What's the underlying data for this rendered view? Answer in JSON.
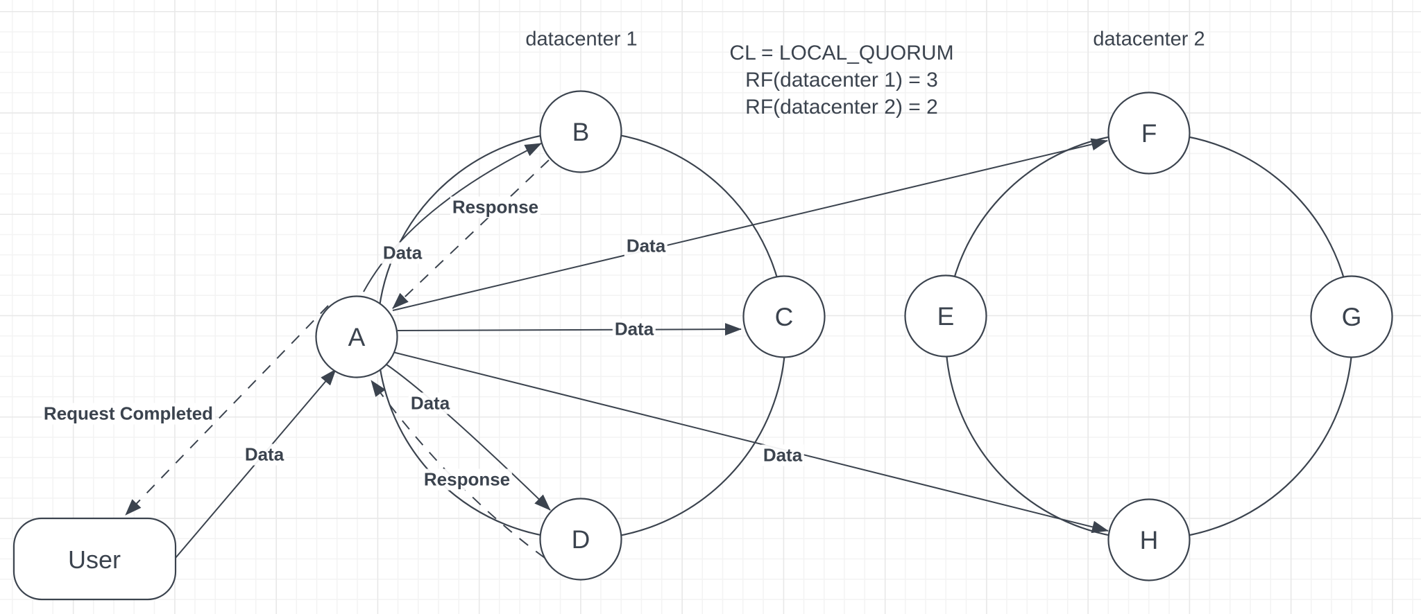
{
  "canvas": {
    "background_color": "#ffffff",
    "grid_minor_color": "#f3f3f3",
    "grid_major_color": "#e8e8e8",
    "stroke_color": "#3b434e"
  },
  "annotation": {
    "line1": "CL = LOCAL_QUORUM",
    "line2": "RF(datacenter 1) = 3",
    "line3": "RF(datacenter 2) = 2"
  },
  "clusters": [
    {
      "id": "datacenter-1",
      "label": "datacenter 1"
    },
    {
      "id": "datacenter-2",
      "label": "datacenter 2"
    }
  ],
  "nodes": [
    {
      "id": "A",
      "label": "A"
    },
    {
      "id": "B",
      "label": "B"
    },
    {
      "id": "C",
      "label": "C"
    },
    {
      "id": "D",
      "label": "D"
    },
    {
      "id": "E",
      "label": "E"
    },
    {
      "id": "F",
      "label": "F"
    },
    {
      "id": "G",
      "label": "G"
    },
    {
      "id": "H",
      "label": "H"
    },
    {
      "id": "user",
      "label": "User"
    }
  ],
  "edges": [
    {
      "from": "A",
      "to": "B",
      "label": "Data",
      "style": "solid"
    },
    {
      "from": "B",
      "to": "A",
      "label": "Response",
      "style": "dashed"
    },
    {
      "from": "A",
      "to": "C",
      "label": "Data",
      "style": "solid"
    },
    {
      "from": "A",
      "to": "F",
      "label": "Data",
      "style": "solid"
    },
    {
      "from": "A",
      "to": "D",
      "label": "Data",
      "style": "solid"
    },
    {
      "from": "D",
      "to": "A",
      "label": "Response",
      "style": "dashed"
    },
    {
      "from": "A",
      "to": "H",
      "label": "Data",
      "style": "solid"
    },
    {
      "from": "User",
      "to": "A",
      "label": "Data",
      "style": "solid"
    },
    {
      "from": "A",
      "to": "User",
      "label": "Request Completed",
      "style": "dashed"
    }
  ]
}
